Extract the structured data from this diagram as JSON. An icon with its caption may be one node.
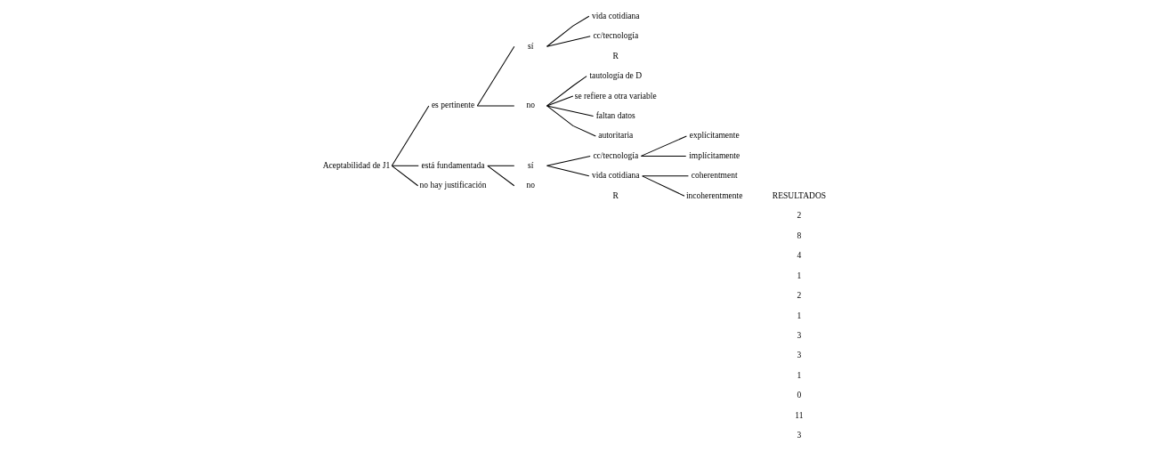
{
  "diagram": {
    "nodes": [
      {
        "text": [
          "Aceptabilidad de J1"
        ]
      },
      {
        "text": [
          "es pertinente"
        ]
      },
      {
        "text": [
          "sí"
        ]
      },
      {
        "text": [
          "vida cotidiana"
        ]
      },
      {
        "text": [
          "cc/tecnología"
        ]
      },
      {
        "text": [
          "no"
        ]
      },
      {
        "text": [
          "tautología de D"
        ]
      },
      {
        "text": [
          "se refiere a otra variable"
        ]
      },
      {
        "text": [
          "faltan datos"
        ]
      },
      {
        "text": [
          "autoritaria"
        ]
      },
      {
        "text": [
          "está fundamentada"
        ]
      },
      {
        "text": [
          "sí"
        ]
      },
      {
        "text": [
          "cc/tecnología"
        ]
      },
      {
        "text": [
          "explícitamente"
        ]
      },
      {
        "text": [
          "implícitamente"
        ]
      },
      {
        "text": [
          "vida cotidiana"
        ]
      },
      {
        "text": [
          "coherentment"
        ]
      },
      {
        "text": [
          "incoherentmente"
        ]
      },
      {
        "text": [
          "no"
        ]
      },
      {
        "text": [
          "no hay justificación"
        ]
      }
    ],
    "edges": [
      {
        "from": 0,
        "to": 1,
        "arrow": "none"
      },
      {
        "from": 0,
        "to": 10,
        "arrow": "none"
      },
      {
        "from": 0,
        "to": 19,
        "arrow": "none"
      },
      {
        "from": 1,
        "to": 2,
        "arrow": "none"
      },
      {
        "from": 1,
        "to": 5,
        "arrow": "none"
      },
      {
        "from": 2,
        "to": 3,
        "arrow": "none"
      },
      {
        "from": 2,
        "to": 4,
        "arrow": "none"
      },
      {
        "from": 5,
        "to": 6,
        "arrow": "none"
      },
      {
        "from": 5,
        "to": 7,
        "arrow": "none"
      },
      {
        "from": 5,
        "to": 8,
        "arrow": "none"
      },
      {
        "from": 5,
        "to": 9,
        "arrow": "none"
      },
      {
        "from": 10,
        "to": 11,
        "arrow": "none"
      },
      {
        "from": 10,
        "to": 18,
        "arrow": "none"
      },
      {
        "from": 11,
        "to": 12,
        "arrow": "none"
      },
      {
        "from": 11,
        "to": 15,
        "arrow": "none"
      },
      {
        "from": 12,
        "to": 13,
        "arrow": "none"
      },
      {
        "from": 12,
        "to": 14,
        "arrow": "none"
      },
      {
        "from": 15,
        "to": 16,
        "arrow": "none"
      },
      {
        "from": 15,
        "to": 17,
        "arrow": "none"
      }
    ],
    "labels": [
      "RESULTADOS",
      "R",
      "R",
      "2",
      "8",
      "4",
      "1",
      "2",
      "1",
      "3",
      "3",
      "1",
      "0",
      "11",
      "3"
    ]
  }
}
